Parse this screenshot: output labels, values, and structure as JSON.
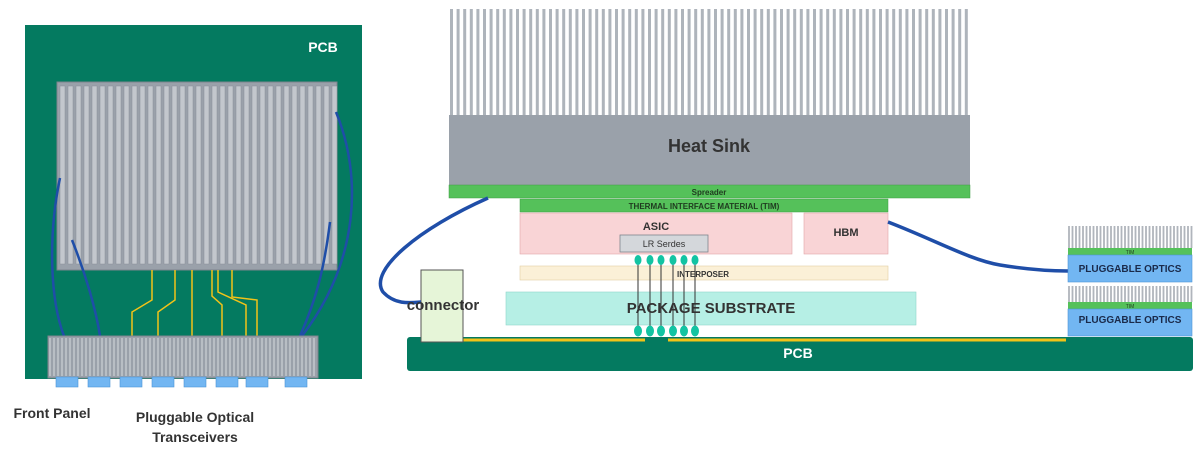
{
  "left_panel": {
    "pcb_label": "PCB",
    "front_panel_label": "Front Panel",
    "transceivers_label_line1": "Pluggable Optical",
    "transceivers_label_line2": "Transceivers"
  },
  "cross_section": {
    "heat_sink_label": "Heat Sink",
    "spreader_label": "Spreader",
    "tim_label": "THERMAL INTERFACE MATERIAL (TIM)",
    "asic_label": "ASIC",
    "lr_serdes_label": "LR Serdes",
    "hbm_label": "HBM",
    "interposer_label": "INTERPOSER",
    "package_substrate_label": "PACKAGE SUBSTRATE",
    "connector_label": "connector",
    "pcb_label": "PCB",
    "optics_top_tim_label": "TIM",
    "optics_top_label": "PLUGGABLE OPTICS",
    "optics_bottom_tim_label": "TIM",
    "optics_bottom_label": "PLUGGABLE OPTICS"
  },
  "colors": {
    "pcb_green": "#047a60",
    "heatsink_gray": "#9aa1aa",
    "fin_gray": "#b9bec5",
    "spreader_green": "#55c15a",
    "asic_pink": "#f9d4d6",
    "interposer_cream": "#fbf0d7",
    "substrate_aqua": "#b6efe5",
    "optics_blue": "#72b6f2",
    "trace_yellow": "#f2c318",
    "cable_blue": "#1f4ea8",
    "bump_teal": "#13c4a3"
  }
}
